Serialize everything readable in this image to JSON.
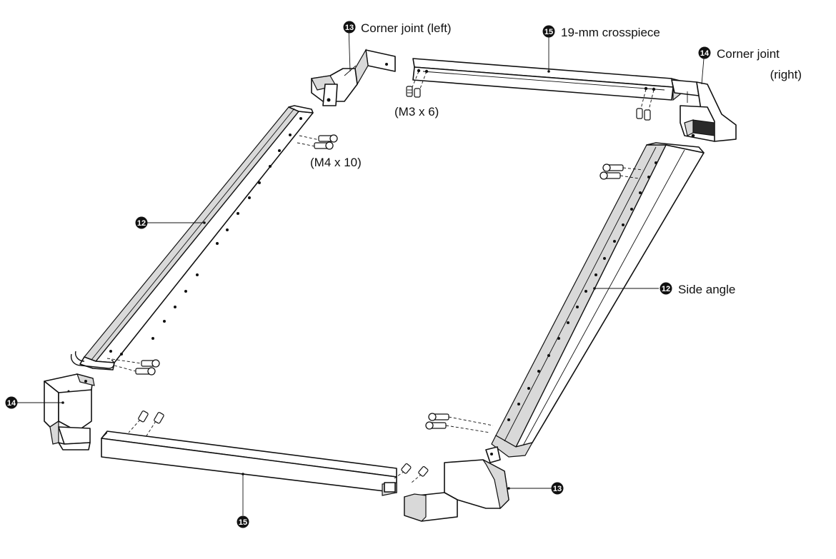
{
  "header_text": "",
  "labels": {
    "corner_joint_left": {
      "num": "13",
      "text": "Corner joint (left)"
    },
    "crosspiece_top": {
      "num": "15",
      "text": "19-mm crosspiece"
    },
    "corner_joint_right": {
      "num": "14",
      "text": "Corner joint",
      "text2": "(right)"
    },
    "screw_m3": "(M3 x 6)",
    "screw_m4": "(M4 x 10)",
    "side_angle_left": {
      "num": "12"
    },
    "side_angle_right": {
      "num": "12",
      "text": "Side angle"
    },
    "corner_bottom_left": {
      "num": "14"
    },
    "corner_bottom_right": {
      "num": "13"
    },
    "crosspiece_bottom": {
      "num": "15"
    }
  }
}
